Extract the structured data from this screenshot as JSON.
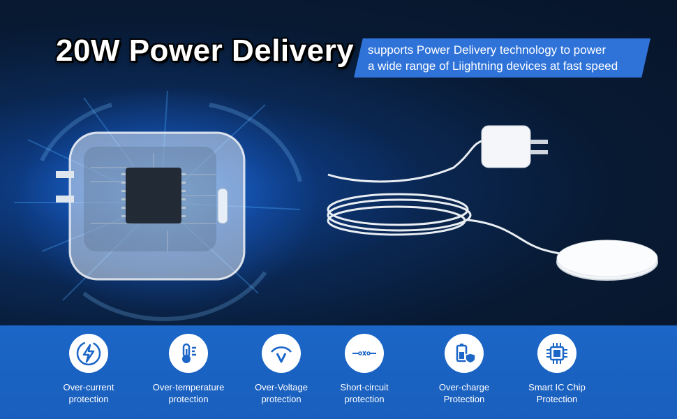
{
  "headline": "20W Power Delivery",
  "banner": {
    "line1": "supports Power Delivery technology to power",
    "line2": "a wide range of Liightning devices at fast speed"
  },
  "features": [
    {
      "line1": "Over-current",
      "line2": "protection",
      "icon": "lightning-icon"
    },
    {
      "line1": "Over-temperature",
      "line2": "protection",
      "icon": "thermometer-icon"
    },
    {
      "line1": "Over-Voltage",
      "line2": "protection",
      "icon": "voltage-icon"
    },
    {
      "line1": "Short-circuit",
      "line2": "protection",
      "icon": "circuit-icon"
    },
    {
      "line1": "Over-charge",
      "line2": "Protection",
      "icon": "battery-shield-icon"
    },
    {
      "line1": "Smart IC Chip",
      "line2": "Protection",
      "icon": "chip-icon"
    }
  ],
  "colors": {
    "accent": "#2f73d9",
    "strip": "#1b66c7",
    "icon_blue": "#1b66c7"
  }
}
